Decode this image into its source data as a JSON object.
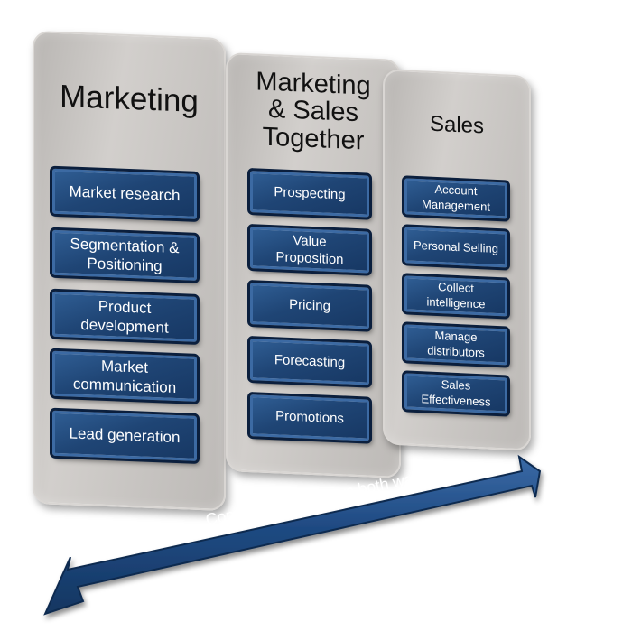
{
  "columns": {
    "marketing": {
      "title": "Marketing",
      "items": [
        "Market research",
        "Segmentation &\nPositioning",
        "Product\ndevelopment",
        "Market\ncommunication",
        "Lead generation"
      ]
    },
    "together": {
      "title": "Marketing\n& Sales\nTogether",
      "items": [
        "Prospecting",
        "Value\nProposition",
        "Pricing",
        "Forecasting",
        "Promotions"
      ]
    },
    "sales": {
      "title": "Sales",
      "items": [
        "Account\nManagement",
        "Personal Selling",
        "Collect\nintelligence",
        "Manage\ndistributors",
        "Sales\nEffectiveness"
      ]
    }
  },
  "arrow": {
    "label": "Communication flows both ways!!"
  },
  "colors": {
    "column_grey": "#c6c3c0",
    "box_blue": "#1f4575",
    "box_border": "#0b1f3d",
    "arrow_blue": "#1f4a82"
  }
}
